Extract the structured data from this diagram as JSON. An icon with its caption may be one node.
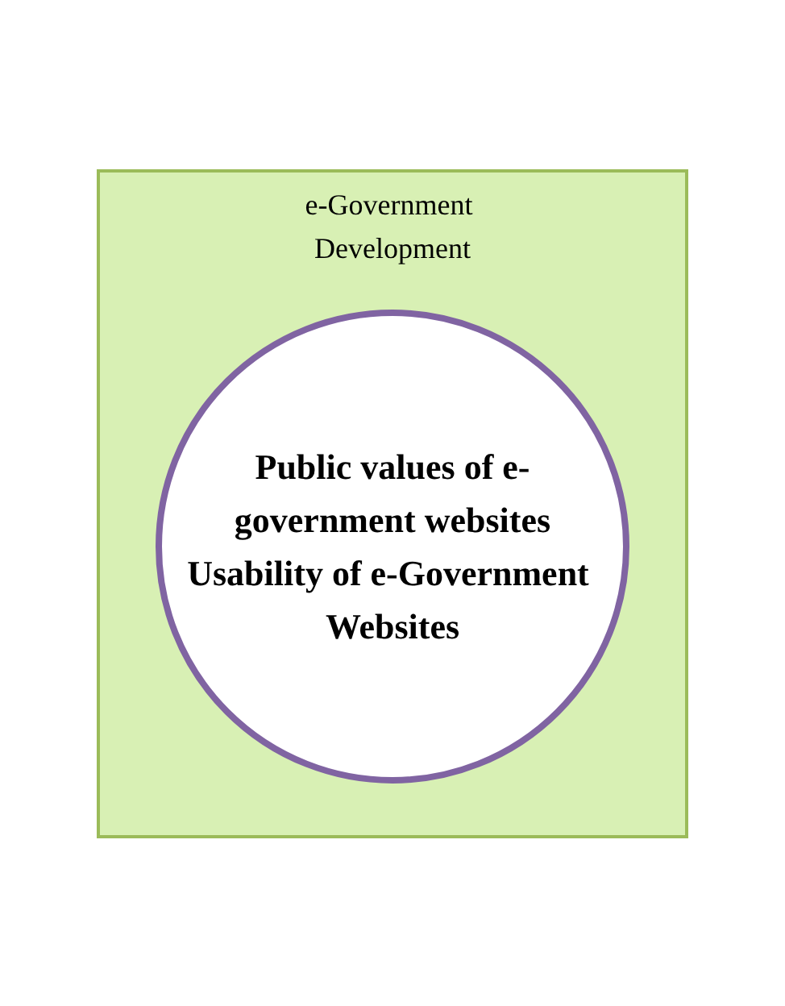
{
  "diagram": {
    "nodes": [
      {
        "text": [
          "e-Government Development"
        ]
      },
      {
        "text": [
          "Public values of e-government websites",
          "Usability of e-Government Websites"
        ],
        "in": 0
      }
    ]
  }
}
